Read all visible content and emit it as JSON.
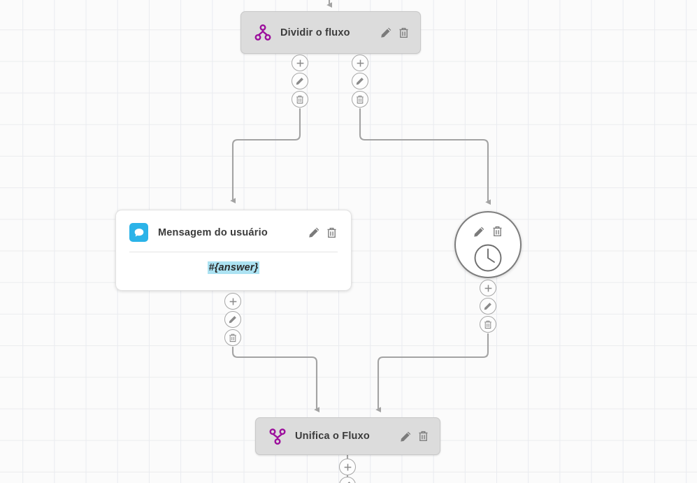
{
  "canvas": {
    "name": "flow-editor-canvas",
    "background_color": "#fbfbfb",
    "grid_color": "#e9ebf0",
    "edge_color": "#a3a3a3"
  },
  "nodes": {
    "split": {
      "title": "Dividir o fluxo",
      "icon": "split-flow-icon",
      "icon_color": "#9c0f9c",
      "edit_label": "Editar",
      "delete_label": "Excluir"
    },
    "message": {
      "title": "Mensagem do usuário",
      "icon": "chat-bubble-icon",
      "icon_color": "#2bb3e8",
      "body_text": "#{answer}",
      "body_highlight_color": "#ace2f2",
      "edit_label": "Editar",
      "delete_label": "Excluir"
    },
    "delay": {
      "icon": "clock-icon",
      "edit_label": "Editar",
      "delete_label": "Excluir"
    },
    "merge": {
      "title": "Unifica o Fluxo",
      "icon": "merge-flow-icon",
      "icon_color": "#9c0f9c",
      "edit_label": "Editar",
      "delete_label": "Excluir"
    }
  },
  "connector_actions": {
    "add": "+",
    "add_name": "add-step-button",
    "edit_name": "edit-connector-button",
    "delete_name": "delete-connector-button"
  }
}
